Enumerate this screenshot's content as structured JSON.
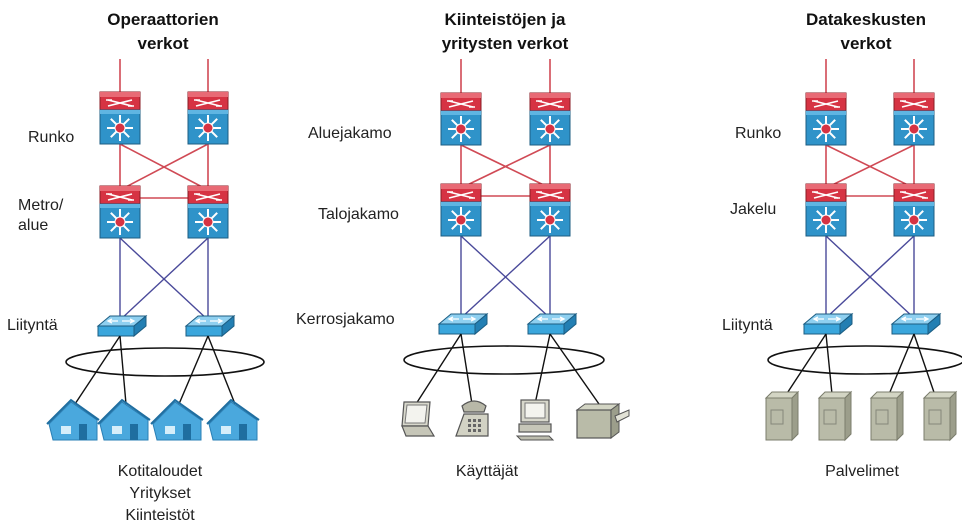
{
  "columns": [
    {
      "title": [
        "Operaattorien",
        "verkot"
      ],
      "layers": [
        "Runko",
        "Metro/\nalue",
        "Liityntä"
      ],
      "caption": [
        "Kotitaloudet",
        "Yritykset",
        "Kiinteistöt"
      ],
      "endpoint": "house-icon"
    },
    {
      "title": [
        "Kiinteistöjen ja",
        "yritysten verkot"
      ],
      "layers": [
        "Aluejakamo",
        "Talojakamo",
        "Kerrosjakamo"
      ],
      "caption": [
        "Käyttäjät"
      ],
      "endpoint": "office-device-icon"
    },
    {
      "title": [
        "Datakeskusten",
        "verkot"
      ],
      "layers": [
        "Runko",
        "Jakelu",
        "Liityntä"
      ],
      "caption": [
        "Palvelimet"
      ],
      "endpoint": "server-icon"
    }
  ],
  "colors": {
    "router_red": "#d63343",
    "router_blue": "#2f93c9",
    "link_red": "#d04a55",
    "link_purple": "#4a4a9a",
    "access_switch": "#3aa6dc",
    "endpoint_blue": "#4aa8dd",
    "endpoint_gray": "#b9bba8"
  }
}
